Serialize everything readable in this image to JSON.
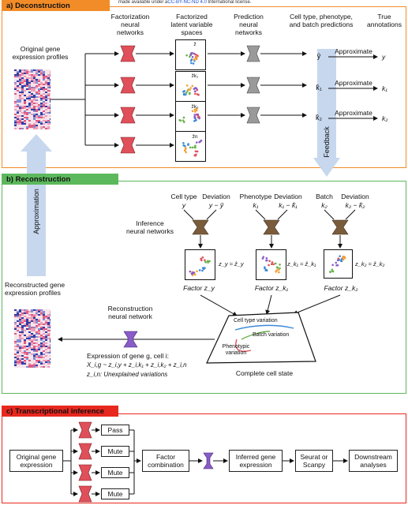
{
  "top_note": {
    "prefix": "made available under a",
    "link": "CC-BY-NC-ND 4.0",
    "suffix": " International license."
  },
  "panel_a": {
    "label": "a) Deconstruction",
    "headers": {
      "factorization": "Factorization\nneural\nnetworks",
      "latent": "Factorized\nlatent variable\nspaces",
      "prediction": "Prediction\nneural\nnetworks",
      "predictions": "Cell type, phenotype,\nand batch predictions",
      "true": "True\nannotations"
    },
    "input_label": "Original gene\nexpression profiles",
    "approximate": [
      "Approximate",
      "Approximate",
      "Approximate"
    ],
    "pred_symbols": [
      "ŷ",
      "k̂₁",
      "k̂₂"
    ],
    "true_symbols": [
      "y",
      "k₁",
      "k₂"
    ],
    "latent_symbols": [
      "ẑ",
      "ẑk₁",
      "ẑk₂",
      "ẑn"
    ],
    "feedback": "Feedback"
  },
  "approximation_label": "Approximation",
  "panel_b": {
    "label": "b) Reconstruction",
    "top_labels": {
      "cell_type": "Cell type",
      "cell_type_sym": "y",
      "deviation1": "Deviation",
      "deviation1_sym": "y − ŷ",
      "phenotype": "Phenotype",
      "phenotype_sym": "k₁",
      "deviation2": "Deviation",
      "deviation2_sym": "k₁ − k̂₁",
      "batch": "Batch",
      "batch_sym": "k₂",
      "deviation3": "Deviation",
      "deviation3_sym": "k₂ − k̂₂"
    },
    "inference": "Inference\nneural networks",
    "approx_eq": [
      "z_y ≈ ẑ_y",
      "z_k₁ ≈ ẑ_k₁",
      "z_k₂ ≈ ẑ_k₂"
    ],
    "factor_labels": [
      "Factor z_y",
      "Factor z_k₁",
      "Factor z_k₂"
    ],
    "reconstructed_label": "Reconstructed gene\nexpression profiles",
    "reconstruction_nn": "Reconstruction\nneural network",
    "expression_line1": "Expression of gene g, cell i:",
    "expression_line2": "X_i,g ~ z_i,y + z_i,k₁ + z_i,k₂ + z_i,n",
    "expression_line3": "z_i,n: Unexplained variations",
    "cell_state_label": "Complete cell state",
    "variations": [
      "Cell type variation",
      "Batch variation",
      "Phenotypic\nvariation"
    ]
  },
  "panel_c": {
    "label": "c) Transcriptional inference",
    "input": "Original gene\nexpression",
    "gates": [
      "Pass",
      "Mute",
      "Mute",
      "Mute"
    ],
    "combination": "Factor\ncombination",
    "inferred": "Inferred gene\nexpression",
    "tool": "Seurat or\nScanpy",
    "downstream": "Downstream\nanalyses"
  },
  "colors": {
    "panel_a": "#f28c28",
    "panel_b": "#5cb85c",
    "panel_c": "#e8281e",
    "encoder": "#e0505a",
    "predictor": "#9a9a9a",
    "decoder": "#8a5cc8",
    "inference": "#7a5c3c",
    "arrow_band": "#c7d7ee"
  }
}
